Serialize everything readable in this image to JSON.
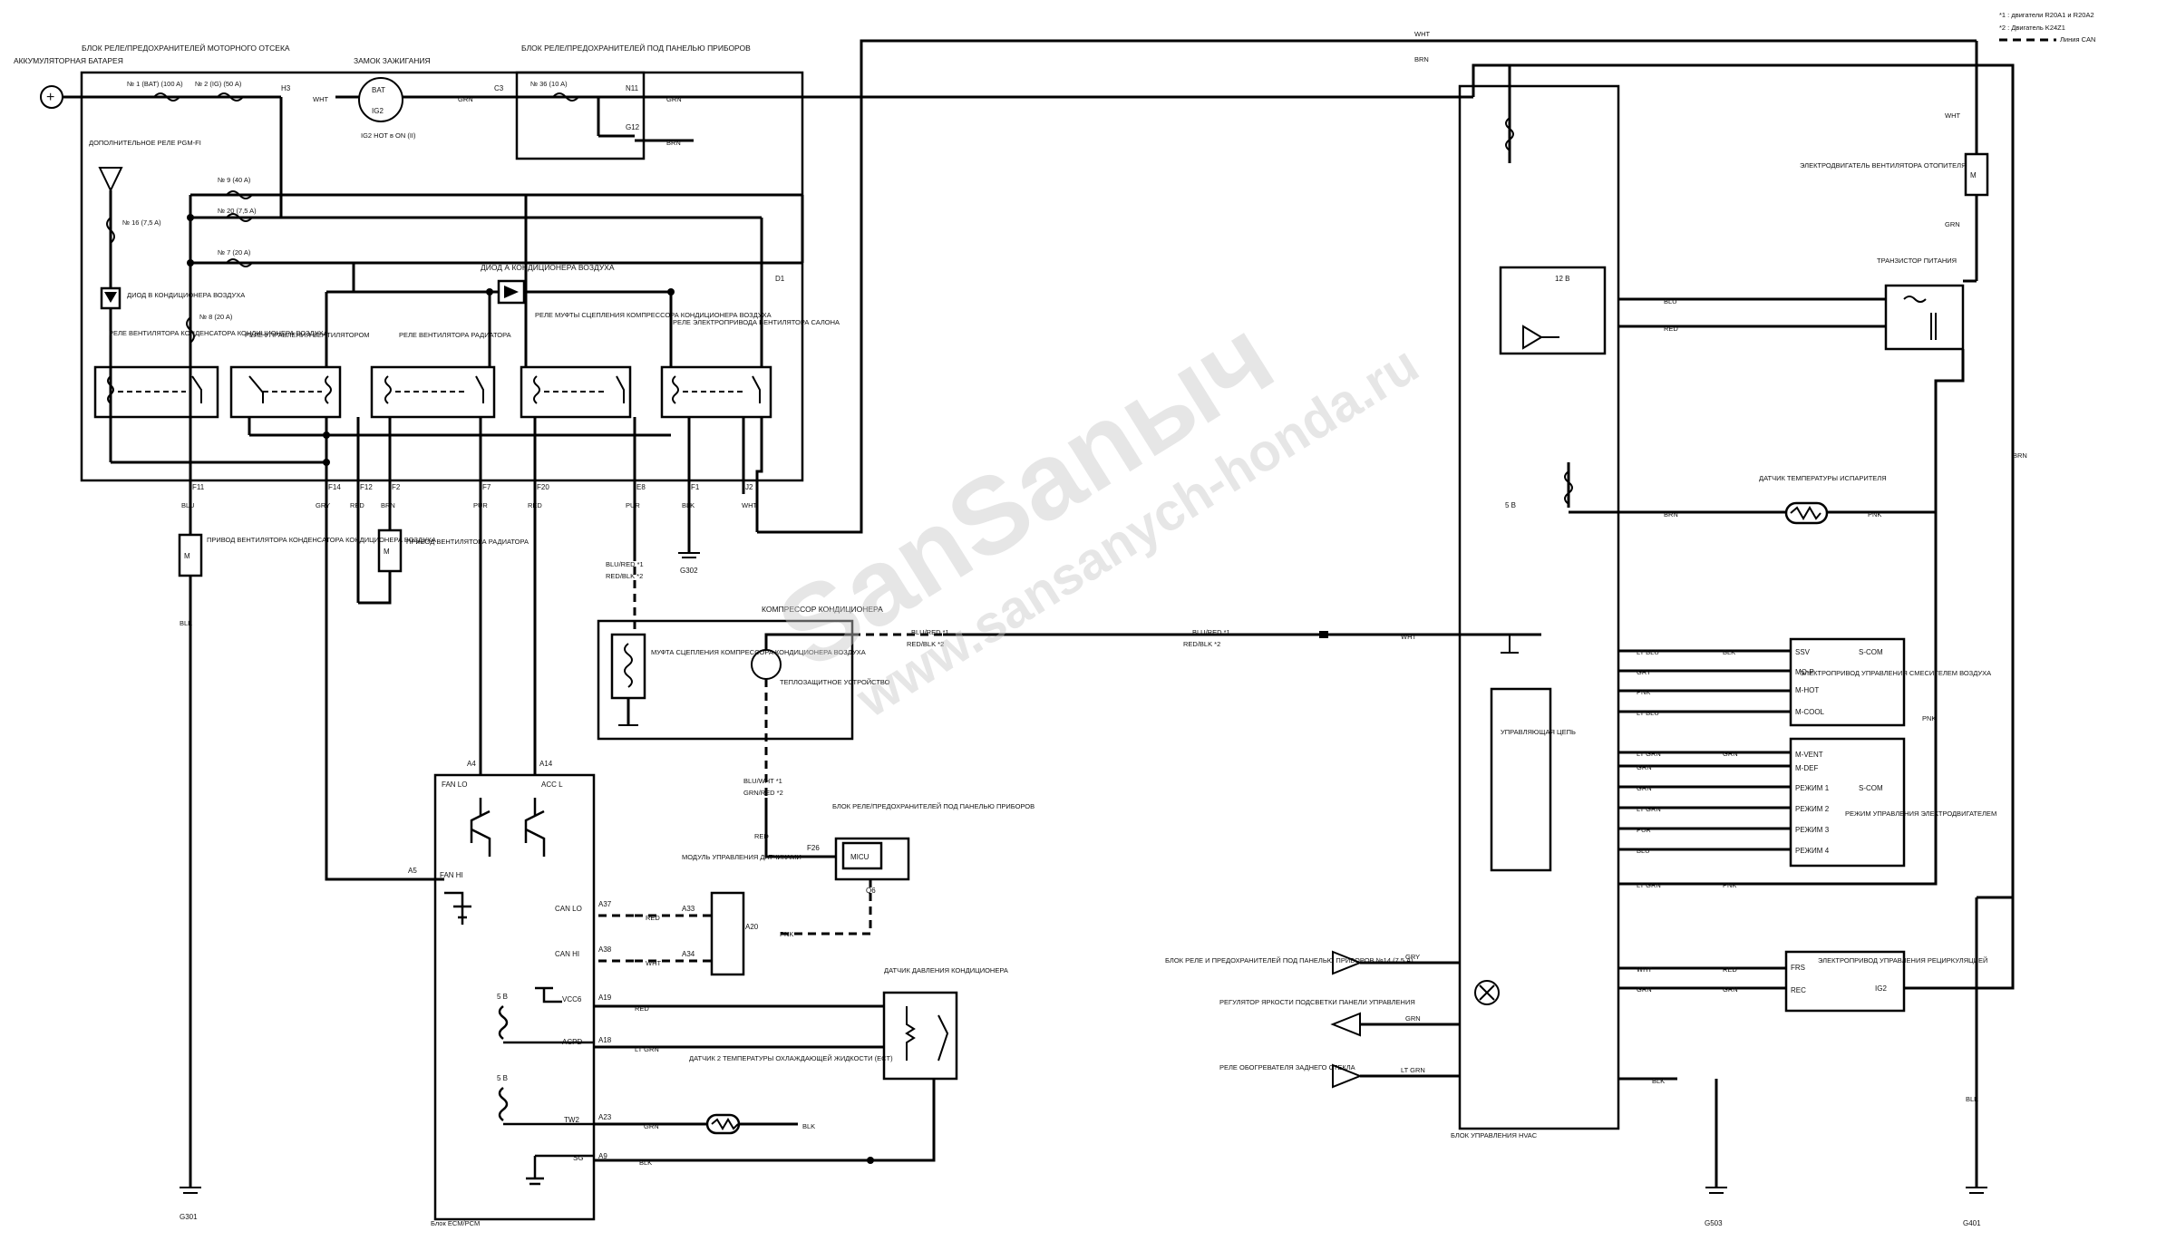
{
  "notes": {
    "note1": "*1 : двигатели R20A1 и R20A2",
    "note2": "*2 : Двигатель K24Z1",
    "can_line": "Линия CAN"
  },
  "components": {
    "battery": "АККУМУЛЯТОРНАЯ БАТАРЕЯ",
    "engine_fuse_box": "БЛОК РЕЛЕ/ПРЕДОХРАНИТЕЛЕЙ МОТОРНОГО ОТСЕКА",
    "ignition_switch": "ЗАМОК ЗАЖИГАНИЯ",
    "ig2_hot": "IG2 HOT в ON (II)",
    "dash_fuse_box": "БЛОК РЕЛЕ/ПРЕДОХРАНИТЕЛЕЙ ПОД ПАНЕЛЬЮ ПРИБОРОВ",
    "extra_relay": "ДОПОЛНИТЕЛЬНОЕ РЕЛЕ PGM-FI",
    "ac_diode_top": "ДИОД А КОНДИЦИОНЕРА ВОЗДУХА",
    "ac_diode_left": "ДИОД В КОНДИЦИОНЕРА ВОЗДУХА",
    "relay_condenser_fan": "РЕЛЕ ВЕНТИЛЯТОРА КОНДЕНСАТОРА КОНДИЦИОНЕРА ВОЗДУХА",
    "relay_fan_control": "РЕЛЕ УПРАВЛЕНИЯ ВЕНТИЛЯТОРОМ",
    "relay_radiator_fan": "РЕЛЕ ВЕНТИЛЯТОРА РАДИАТОРА",
    "relay_compressor_clutch": "РЕЛЕ МУФТЫ СЦЕПЛЕНИЯ КОМПРЕССОРА КОНДИЦИОНЕРА ВОЗДУХА",
    "relay_cabin_drive": "РЕЛЕ ЭЛЕКТРОПРИВОДА ВЕНТИЛЯТОРА САЛОНА",
    "condenser_fan_motor": "ПРИВОД ВЕНТИЛЯТОРА КОНДЕНСАТОРА КОНДИЦИОНЕРА ВОЗДУХА",
    "radiator_fan_motor": "ПРИВОД ВЕНТИЛЯТОРА РАДИАТОРА",
    "compressor": "КОМПРЕССОР КОНДИЦИОНЕРА",
    "compressor_clutch": "МУФТА СЦЕПЛЕНИЯ КОМПРЕССОРА КОНДИЦИОНЕРА ВОЗДУХА",
    "thermal_protector": "ТЕПЛОЗАЩИТНОЕ УСТРОЙСТВО",
    "dash_fuse_box2": "БЛОК РЕЛЕ/ПРЕДОХРАНИТЕЛЕЙ ПОД ПАНЕЛЬЮ ПРИБОРОВ",
    "micu": "MICU",
    "sensor_module": "МОДУЛЬ УПРАВЛЕНИЯ ДАТЧИКАМИ",
    "ecm": "Блок ECM/PCM",
    "pressure_sensor": "ДАТЧИК ДАВЛЕНИЯ КОНДИЦИОНЕРА",
    "ect_sensor": "ДАТЧИК 2 ТЕМПЕРАТУРЫ ОХЛАЖДАЮЩЕЙ ЖИДКОСТИ (ECT)",
    "heater_fan_motor": "ЭЛЕКТРОДВИГАТЕЛЬ ВЕНТИЛЯТОРА ОТОПИТЕЛЯ",
    "power_transistor": "ТРАНЗИСТОР ПИТАНИЯ",
    "evap_sensor": "ДАТЧИК ТЕМПЕРАТУРЫ ИСПАРИТЕЛЯ",
    "mix_actuator": "ЭЛЕКТРОПРИВОД УПРАВЛЕНИЯ СМЕСИТЕЛЕМ ВОЗДУХА",
    "mode_actuator": "РЕЖИМ УПРАВЛЕНИЯ ЭЛЕКТРОДВИГАТЕЛЕМ",
    "control_circuit": "УПРАВЛЯЮЩАЯ ЦЕПЬ",
    "recirc_actuator": "ЭЛЕКТРОПРИВОД УПРАВЛЕНИЯ РЕЦИРКУЛЯЦИЕЙ",
    "hvac_unit": "БЛОК УПРАВЛЕНИЯ HVAC",
    "fuse14": "БЛОК РЕЛЕ И ПРЕДОХРАНИТЕЛЕЙ ПОД ПАНЕЛЬЮ ПРИБОРОВ №14 (7,5 A)",
    "dimmer": "РЕГУЛЯТОР ЯРКОСТИ ПОДСВЕТКИ ПАНЕЛИ УПРАВЛЕНИЯ",
    "rear_defog": "РЕЛЕ ОБОГРЕВАТЕЛЯ ЗАДНЕГО СТЕКЛА"
  },
  "fuses": {
    "f1": "№ 1 (BAT) (100 A)",
    "f2": "№ 2 (IG) (50 A)",
    "f36": "№ 36 (10 A)",
    "f9": "№ 9 (40 A)",
    "f20": "№ 20 (7,5 A)",
    "f7": "№ 7 (20 A)",
    "f16": "№ 16 (7,5 A)",
    "f8": "№ 8 (20 A)"
  },
  "wire_colors": {
    "wht": "WHT",
    "grn": "GRN",
    "brn": "BRN",
    "blu": "BLU",
    "gry": "GRY",
    "red": "RED",
    "pur": "PUR",
    "blk": "BLK",
    "pnk": "PNK",
    "lt_grn": "LT GRN",
    "lt_blu": "LT BLU",
    "blu_red": "BLU/RED *1",
    "red_blk": "RED/BLK *2",
    "blu_wht": "BLU/WHT *1",
    "grn_red": "GRN/RED *2"
  },
  "pins": {
    "bat": "BAT",
    "ig2": "IG2",
    "h3": "H3",
    "c3": "C3",
    "n11": "N11",
    "g12": "G12",
    "d1": "D1",
    "f11": "F11",
    "f14": "F14",
    "f12": "F12",
    "f2": "F2",
    "f7": "F7",
    "f20": "F20",
    "e8": "E8",
    "f1": "F1",
    "j2": "J2",
    "f26": "F26",
    "q6": "Q6",
    "a4": "A4",
    "a14": "A14",
    "a5": "A5",
    "a37": "A37",
    "a38": "A38",
    "a33": "A33",
    "a34": "A34",
    "a20": "A20",
    "a19": "A19",
    "a18": "A18",
    "a23": "A23",
    "a9": "A9",
    "fan_lo": "FAN LO",
    "acc_l": "ACC L",
    "fan_hi": "FAN HI",
    "can_lo": "CAN LO",
    "can_hi": "CAN HI",
    "vcc6": "VCC6",
    "acpd": "ACPD",
    "tw2": "TW2",
    "sg": "SG",
    "ssv": "SSV",
    "mo_p": "MO-P",
    "m_hot": "M-HOT",
    "m_cool": "M-COOL",
    "m_vent": "M-VENT",
    "m_def": "M-DEF",
    "mode1": "РЕЖИМ 1",
    "mode2": "РЕЖИМ 2",
    "mode3": "РЕЖИМ 3",
    "mode4": "РЕЖИМ 4",
    "s_com": "S-COM",
    "s_com2": "S-COM",
    "frs": "FRS",
    "rec": "REC",
    "ig2b": "IG2",
    "five_v": "5 В",
    "twelve_v": "12 В",
    "m": "M"
  },
  "grounds": {
    "g302": "G302",
    "g301": "G301",
    "g503": "G503",
    "g401": "G401"
  },
  "watermark": {
    "line1": "SanSanыч",
    "line2": "www.sansanych-honda.ru"
  }
}
